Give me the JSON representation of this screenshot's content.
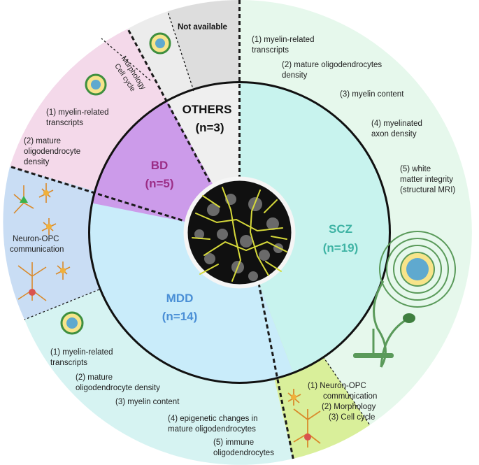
{
  "groups": {
    "scz": {
      "name": "SCZ",
      "count": "(n=19)",
      "color": "#3fb3a4"
    },
    "mdd": {
      "name": "MDD",
      "count": "(n=14)",
      "color": "#4a8fd6"
    },
    "bd": {
      "name": "BD",
      "count": "(n=5)",
      "color": "#9b2d86"
    },
    "others": {
      "name": "OTHERS",
      "count": "(n=3)",
      "color": "#111111"
    }
  },
  "outer": {
    "scz_lines": [
      "(1) myelin-related",
      "transcripts",
      "(2) mature oligodendrocytes",
      "density",
      "(3) myelin content",
      "(4) myelinated",
      "axon density",
      "(5) white",
      "matter integrity",
      "(structural MRI)"
    ],
    "scz_green_lines": [
      "(1) Neuron-OPC",
      "communication",
      "(2) Morphology",
      "(3) Cell cycle"
    ],
    "mdd_lines": [
      "(1) myelin-related",
      "transcripts",
      "(2) mature",
      "oligodendrocyte density",
      "(3) myelin content",
      "(4) epigenetic changes in",
      "mature oligodendrocytes",
      "(5) immune",
      "oligodendrocytes"
    ],
    "mdd_blue_lines": [
      "Neuron-OPC",
      "communication"
    ],
    "bd_lines": [
      "(1) myelin-related",
      "transcripts",
      "(2) mature",
      "oligodendrocyte",
      "density"
    ],
    "bd_rot_lines": [
      "Morphology",
      "Cell cycle"
    ],
    "others_label": "Not available"
  },
  "colors": {
    "scz_outer": "#e6f8ec",
    "scz_inner": "#c8f3ee",
    "scz_green": "#d9ef9a",
    "mdd_outer": "#d6f3f2",
    "mdd_inner": "#c9ecfa",
    "mdd_blue": "#c9ddf4",
    "bd_outer": "#f4d9ea",
    "bd_inner": "#cc9bea",
    "others_outer": "#dddddd",
    "others_light": "#ececec",
    "others_inner": "#efefef"
  }
}
